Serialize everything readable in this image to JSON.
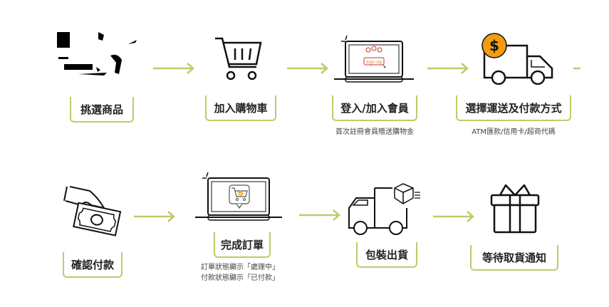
{
  "accent_color": "#c3c96a",
  "coin_color": "#f39c12",
  "steps": [
    {
      "label": "挑選商品",
      "icon": "product-photo-icon"
    },
    {
      "label": "加入購物車",
      "icon": "shopping-cart-icon"
    },
    {
      "label": "登入/加入會員",
      "icon": "laptop-signup-icon",
      "icon_text": "Sign Up",
      "note": "首次註冊會員贈送購物金"
    },
    {
      "label": "選擇運送及付款方式",
      "icon": "truck-dollar-icon",
      "icon_text": "$",
      "note": "ATM匯款/信用卡/超商代碼"
    },
    {
      "label": "確認付款",
      "icon": "hand-cash-icon"
    },
    {
      "label": "完成訂單",
      "icon": "laptop-cart-check-icon",
      "notes": [
        "訂單狀態顯示「處理中」",
        "付款狀態顯示「已付款」"
      ]
    },
    {
      "label": "包裝出貨",
      "icon": "truck-box-icon"
    },
    {
      "label": "等待取貨通知",
      "icon": "gift-icon"
    }
  ]
}
